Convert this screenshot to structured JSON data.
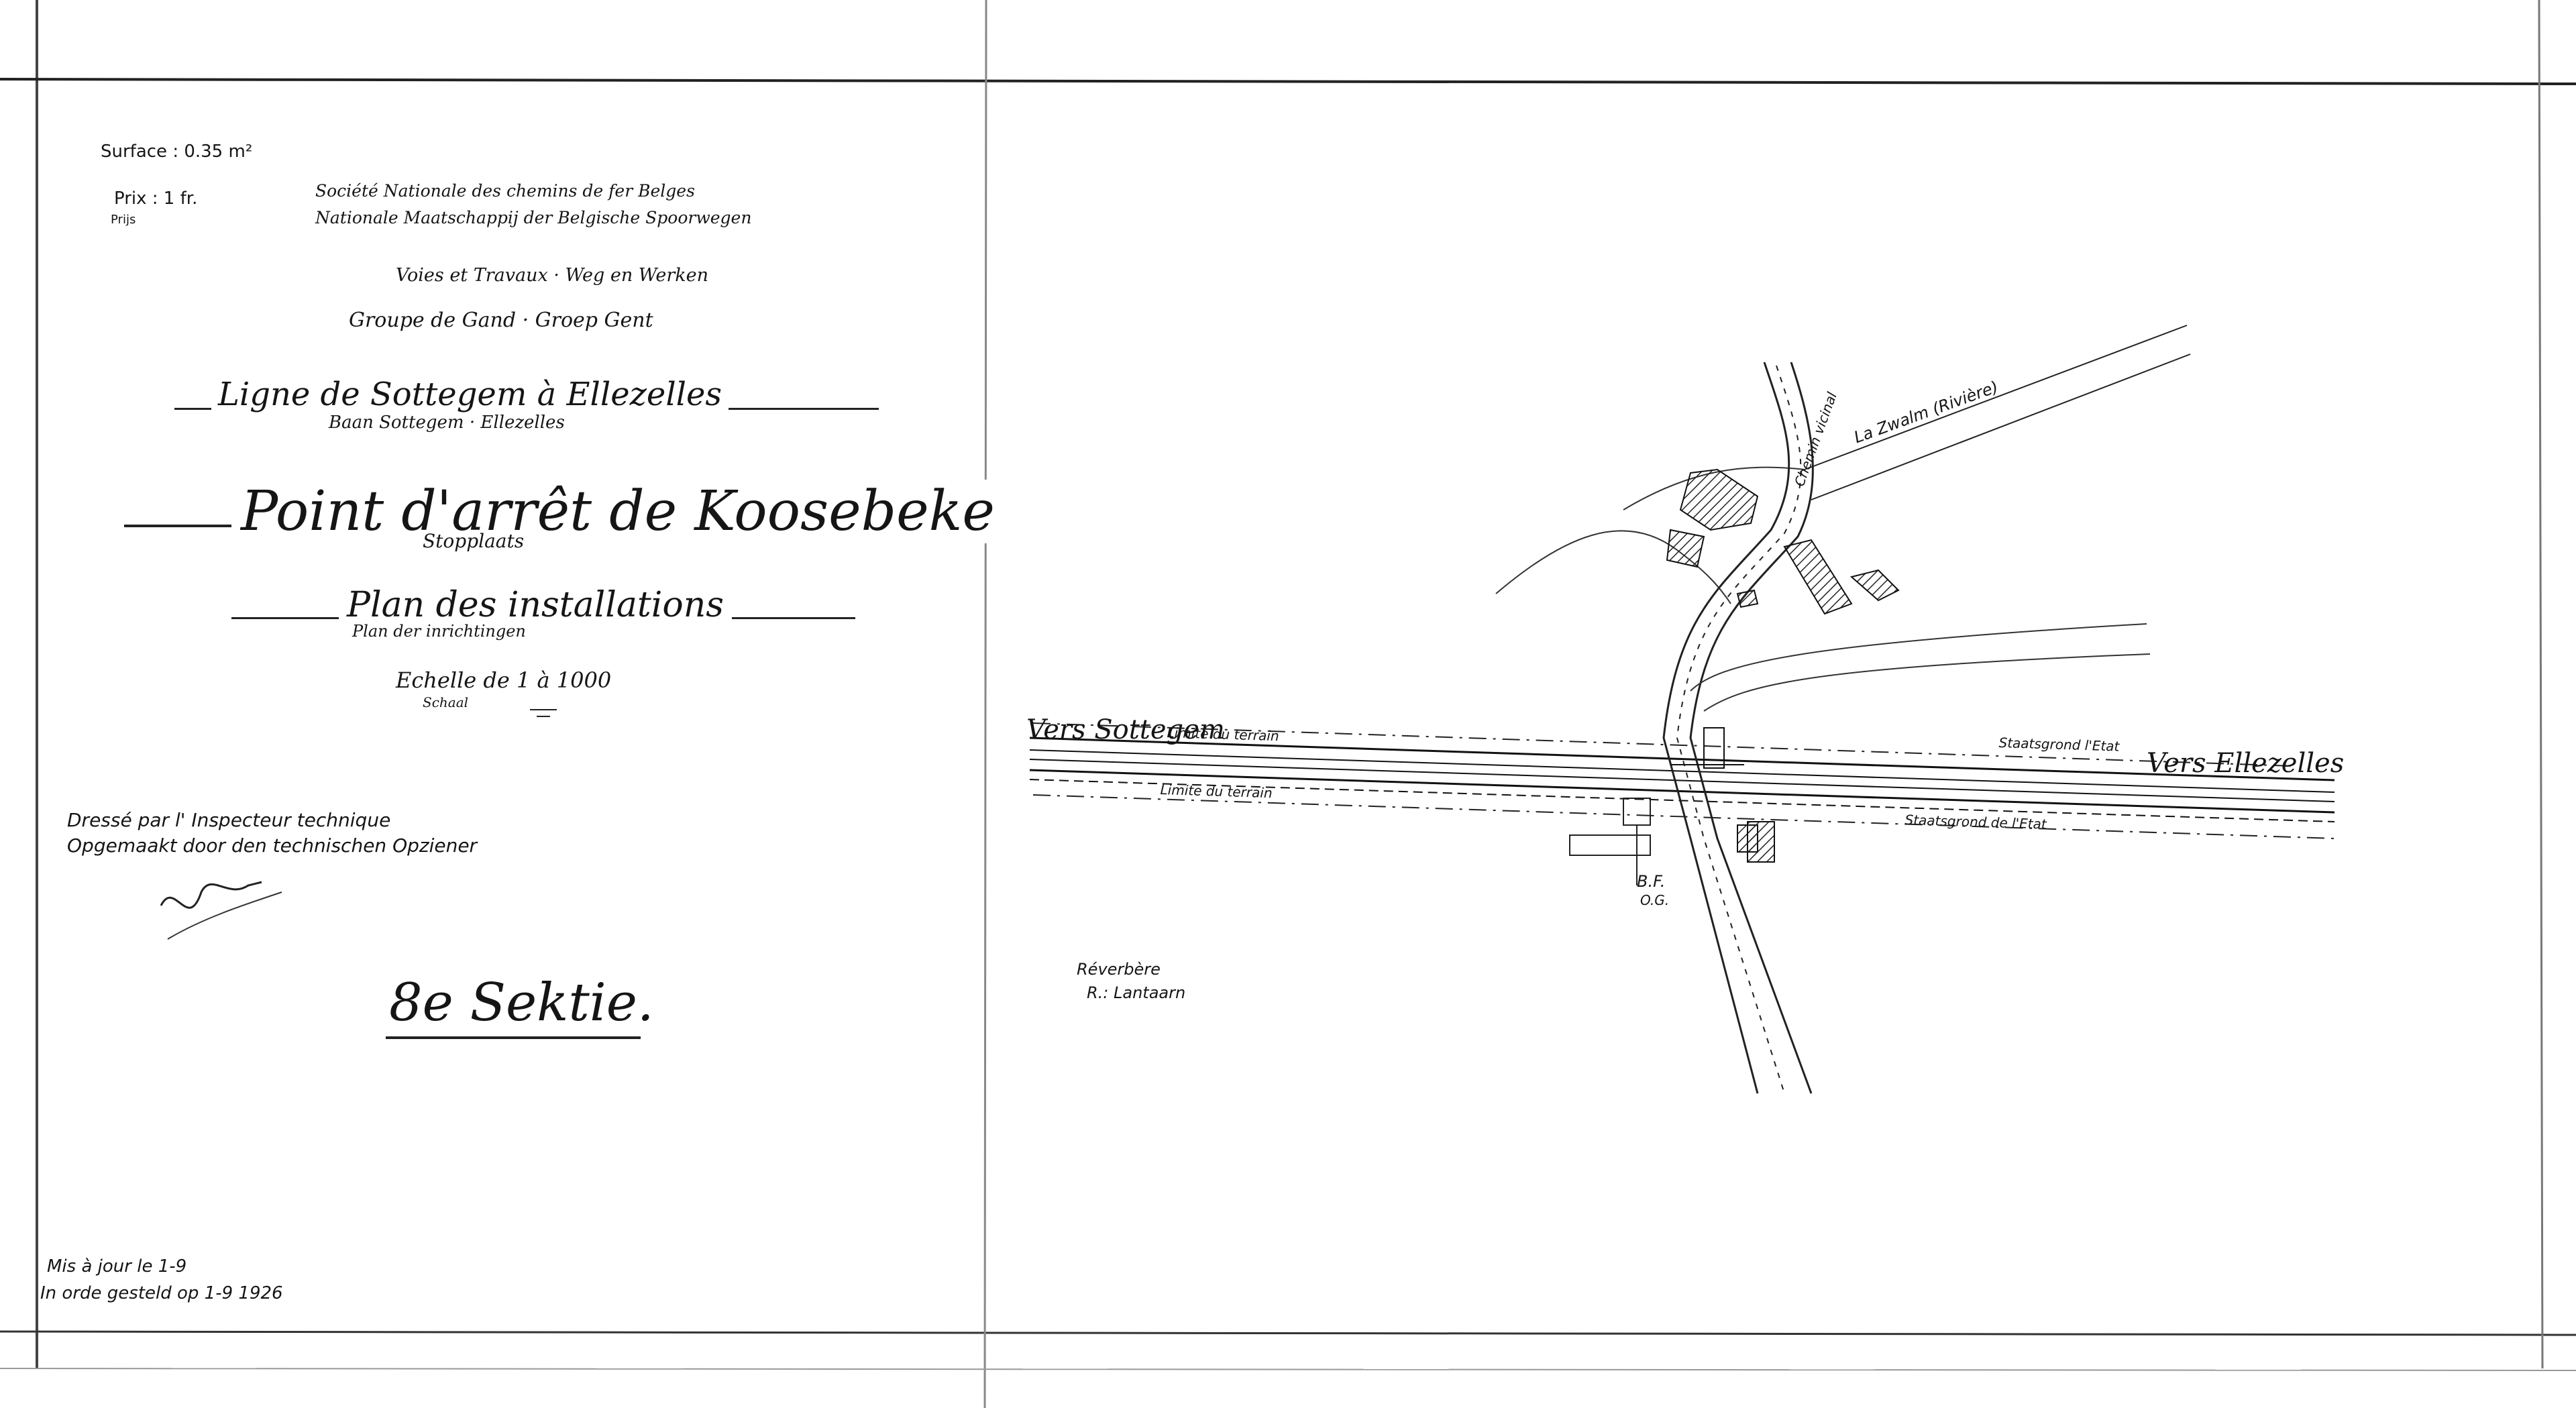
{
  "stamp": {
    "oppervlakte": "Surface : 0.35 m²",
    "prix": "Prix : 1 fr.",
    "prijs": "Prijs"
  },
  "company": {
    "fr": "Société Nationale des chemins de fer Belges",
    "nl": "Nationale Maatschappij der Belgische Spoorwegen"
  },
  "service": "Voies et Travaux · Weg en Werken",
  "groupe": "Groupe de Gand · Groep Gent",
  "ligne": {
    "fr": "Ligne de Sottegem à Ellezelles",
    "nl": "Baan Sottegem · Ellezelles"
  },
  "title": {
    "fr": "Point d'arrêt de Koosebeke",
    "nl": "Stopplaats"
  },
  "plan": {
    "fr": "Plan des installations",
    "nl": "Plan der inrichtingen"
  },
  "echelle": {
    "fr": "Echelle de 1 à 1000",
    "nl": "Schaal"
  },
  "dresse": {
    "fr": "Dressé par l' Inspecteur technique",
    "nl": "Opgemaakt door den technischen Opziener"
  },
  "sektie": "8e Sektie.",
  "dated": {
    "line1": "Mis à jour le 1-9",
    "line2": "In orde gesteld op 1-9 1926"
  },
  "map": {
    "vers_sottegem": "Vers Sottegem",
    "vers_ellezelles": "Vers Ellezelles",
    "la_zwalm": "La Zwalm (Rivière)",
    "limite_top": "Limite du terrain",
    "limite_bottom": "Limite du terrain",
    "chemin_vicinal": "Chemin vicinal",
    "etat_top": "Staatsgrond l'Etat",
    "etat_bottom": "Staatsgrond de l'Etat",
    "bf": "B.F.",
    "bf_sub": "O.G."
  },
  "legend": {
    "line1": "Réverbère",
    "line2": "R.: Lantaarn"
  }
}
